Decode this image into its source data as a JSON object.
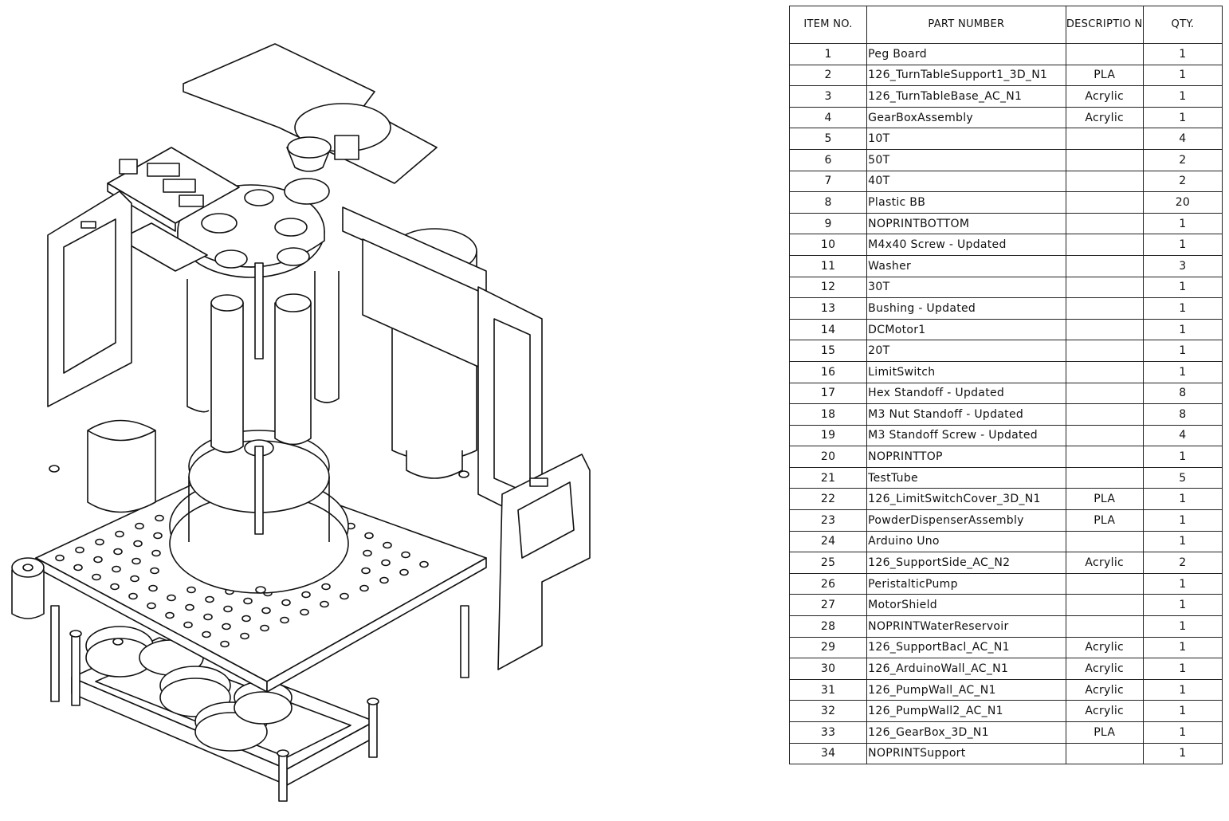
{
  "bom": {
    "headers": {
      "item": "ITEM NO.",
      "part": "PART NUMBER",
      "desc": "DESCRIPTIO N",
      "qty": "QTY."
    },
    "rows": [
      {
        "item": "1",
        "part": "Peg Board",
        "desc": "",
        "qty": "1"
      },
      {
        "item": "2",
        "part": "126_TurnTableSupport1_3D_N1",
        "desc": "PLA",
        "qty": "1"
      },
      {
        "item": "3",
        "part": "126_TurnTableBase_AC_N1",
        "desc": "Acrylic",
        "qty": "1"
      },
      {
        "item": "4",
        "part": "GearBoxAssembly",
        "desc": "Acrylic",
        "qty": "1"
      },
      {
        "item": "5",
        "part": "10T",
        "desc": "",
        "qty": "4"
      },
      {
        "item": "6",
        "part": "50T",
        "desc": "",
        "qty": "2"
      },
      {
        "item": "7",
        "part": "40T",
        "desc": "",
        "qty": "2"
      },
      {
        "item": "8",
        "part": "Plastic BB",
        "desc": "",
        "qty": "20"
      },
      {
        "item": "9",
        "part": "NOPRINTBOTTOM",
        "desc": "",
        "qty": "1"
      },
      {
        "item": "10",
        "part": "M4x40 Screw - Updated",
        "desc": "",
        "qty": "1"
      },
      {
        "item": "11",
        "part": "Washer",
        "desc": "",
        "qty": "3"
      },
      {
        "item": "12",
        "part": "30T",
        "desc": "",
        "qty": "1"
      },
      {
        "item": "13",
        "part": "Bushing - Updated",
        "desc": "",
        "qty": "1"
      },
      {
        "item": "14",
        "part": "DCMotor1",
        "desc": "",
        "qty": "1"
      },
      {
        "item": "15",
        "part": "20T",
        "desc": "",
        "qty": "1"
      },
      {
        "item": "16",
        "part": "LimitSwitch",
        "desc": "",
        "qty": "1"
      },
      {
        "item": "17",
        "part": "Hex Standoff - Updated",
        "desc": "",
        "qty": "8"
      },
      {
        "item": "18",
        "part": "M3 Nut Standoff - Updated",
        "desc": "",
        "qty": "8"
      },
      {
        "item": "19",
        "part": "M3 Standoff Screw - Updated",
        "desc": "",
        "qty": "4"
      },
      {
        "item": "20",
        "part": "NOPRINTTOP",
        "desc": "",
        "qty": "1"
      },
      {
        "item": "21",
        "part": "TestTube",
        "desc": "",
        "qty": "5"
      },
      {
        "item": "22",
        "part": "126_LimitSwitchCover_3D_N1",
        "desc": "PLA",
        "qty": "1"
      },
      {
        "item": "23",
        "part": "PowderDispenserAssembly",
        "desc": "PLA",
        "qty": "1"
      },
      {
        "item": "24",
        "part": "Arduino Uno",
        "desc": "",
        "qty": "1"
      },
      {
        "item": "25",
        "part": "126_SupportSide_AC_N2",
        "desc": "Acrylic",
        "qty": "2"
      },
      {
        "item": "26",
        "part": "PeristalticPump",
        "desc": "",
        "qty": "1"
      },
      {
        "item": "27",
        "part": "MotorShield",
        "desc": "",
        "qty": "1"
      },
      {
        "item": "28",
        "part": "NOPRINTWaterReservoir",
        "desc": "",
        "qty": "1"
      },
      {
        "item": "29",
        "part": "126_SupportBacl_AC_N1",
        "desc": "Acrylic",
        "qty": "1"
      },
      {
        "item": "30",
        "part": "126_ArduinoWall_AC_N1",
        "desc": "Acrylic",
        "qty": "1"
      },
      {
        "item": "31",
        "part": "126_PumpWall_AC_N1",
        "desc": "Acrylic",
        "qty": "1"
      },
      {
        "item": "32",
        "part": "126_PumpWall2_AC_N1",
        "desc": "Acrylic",
        "qty": "1"
      },
      {
        "item": "33",
        "part": "126_GearBox_3D_N1",
        "desc": "PLA",
        "qty": "1"
      },
      {
        "item": "34",
        "part": "NOPRINTSupport",
        "desc": "",
        "qty": "1"
      }
    ]
  }
}
